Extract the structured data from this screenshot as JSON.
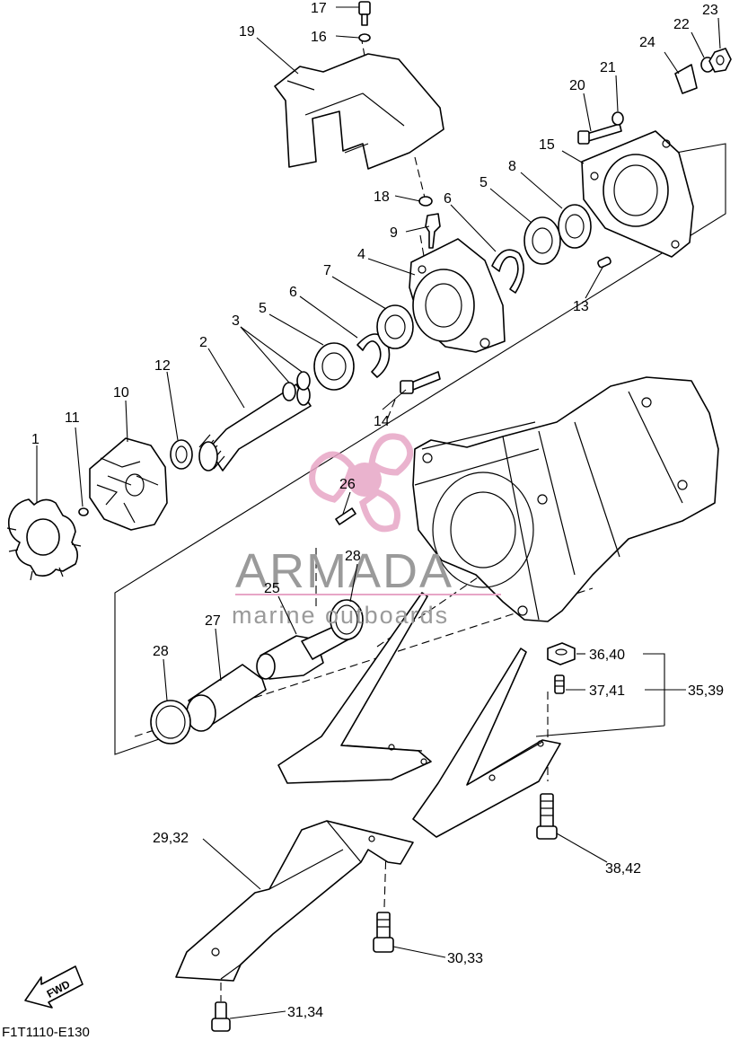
{
  "diagram": {
    "part_labels": {
      "p1": "1",
      "p2": "2",
      "p3": "3",
      "p4": "4",
      "p5a": "5",
      "p5b": "5",
      "p6a": "6",
      "p6b": "6",
      "p7": "7",
      "p8": "8",
      "p9": "9",
      "p10": "10",
      "p11": "11",
      "p12": "12",
      "p13": "13",
      "p14": "14",
      "p15": "15",
      "p16": "16",
      "p17": "17",
      "p18": "18",
      "p19": "19",
      "p20": "20",
      "p21": "21",
      "p22": "22",
      "p23": "23",
      "p24": "24",
      "p25": "25",
      "p26": "26",
      "p27": "27",
      "p28a": "28",
      "p28b": "28",
      "p29_32": "29,32",
      "p30_33": "30,33",
      "p31_34": "31,34",
      "p35_39": "35,39",
      "p36_40": "36,40",
      "p37_41": "37,41",
      "p38_42": "38,42"
    },
    "fwd_arrow": "FWD",
    "drawing_code": "F1T1110-E130"
  },
  "watermark": {
    "brand": "ARMADA",
    "tagline": "marine outboards",
    "logo_color": "#e7a6c6",
    "text_color": "#9a9a9a"
  }
}
